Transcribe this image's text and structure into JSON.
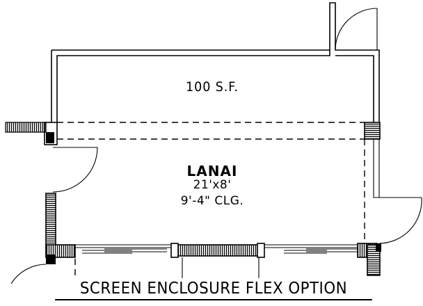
{
  "plan": {
    "area_label": "100 S.F.",
    "room": {
      "name": "LANAI",
      "dimensions": "21'x8'",
      "ceiling": "9'-4\" CLG."
    },
    "title": "SCREEN ENCLOSURE FLEX OPTION"
  },
  "colors": {
    "line": "#000000",
    "background": "#ffffff"
  }
}
